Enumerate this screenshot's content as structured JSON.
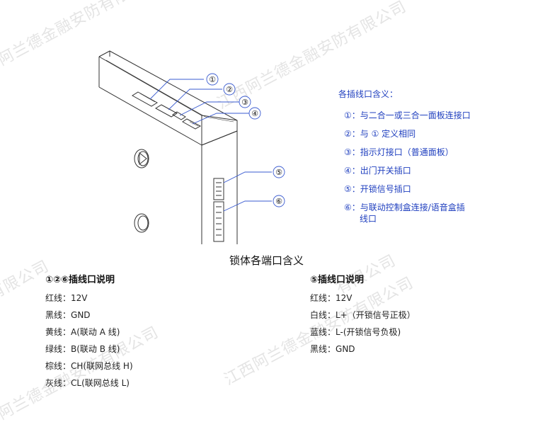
{
  "watermarks": [
    "江西阿兰德金融安防有限公司",
    "江西阿兰德金融安防有限公司",
    "有限公司",
    "江西阿兰德金融安防有限公司",
    "有限公司",
    "江西阿兰德金融安防有限公司"
  ],
  "diagram": {
    "callouts": [
      "①",
      "②",
      "③",
      "④",
      "⑤",
      "⑥"
    ]
  },
  "legend": {
    "title": "各插线口含义：",
    "items": [
      "①：与二合一或三合一面板连接口",
      "②：与 ① 定义相同",
      "③：指示灯接口（普通面板）",
      "④：出门开关插口",
      "⑤：开锁信号插口",
      "⑥：与联动控制盒连接/语音盒插",
      "线口"
    ]
  },
  "caption": "锁体各端口含义",
  "left_section": {
    "heading": "①②⑥插线口说明",
    "rows": [
      {
        "label": "红线：",
        "value": "12V"
      },
      {
        "label": "黑线：",
        "value": "GND"
      },
      {
        "label": "黄线：",
        "value": "A(联动 A 线)"
      },
      {
        "label": "绿线：",
        "value": "B(联动 B 线)"
      },
      {
        "label": "棕线：",
        "value": "CH(联网总线 H)"
      },
      {
        "label": "灰线：",
        "value": "CL(联网总线 L)"
      }
    ]
  },
  "right_section": {
    "heading": "⑤插线口说明",
    "rows": [
      {
        "label": "红线：",
        "value": "12V"
      },
      {
        "label": "白线：",
        "value": "L+（开锁信号正极）"
      },
      {
        "label": "蓝线：",
        "value": "L-(开锁信号负极)"
      },
      {
        "label": "黑线：",
        "value": "GND"
      }
    ]
  },
  "colors": {
    "legend_text": "#1f3fbf",
    "callout_line": "#3a5bd0",
    "drawing": "#333333"
  }
}
